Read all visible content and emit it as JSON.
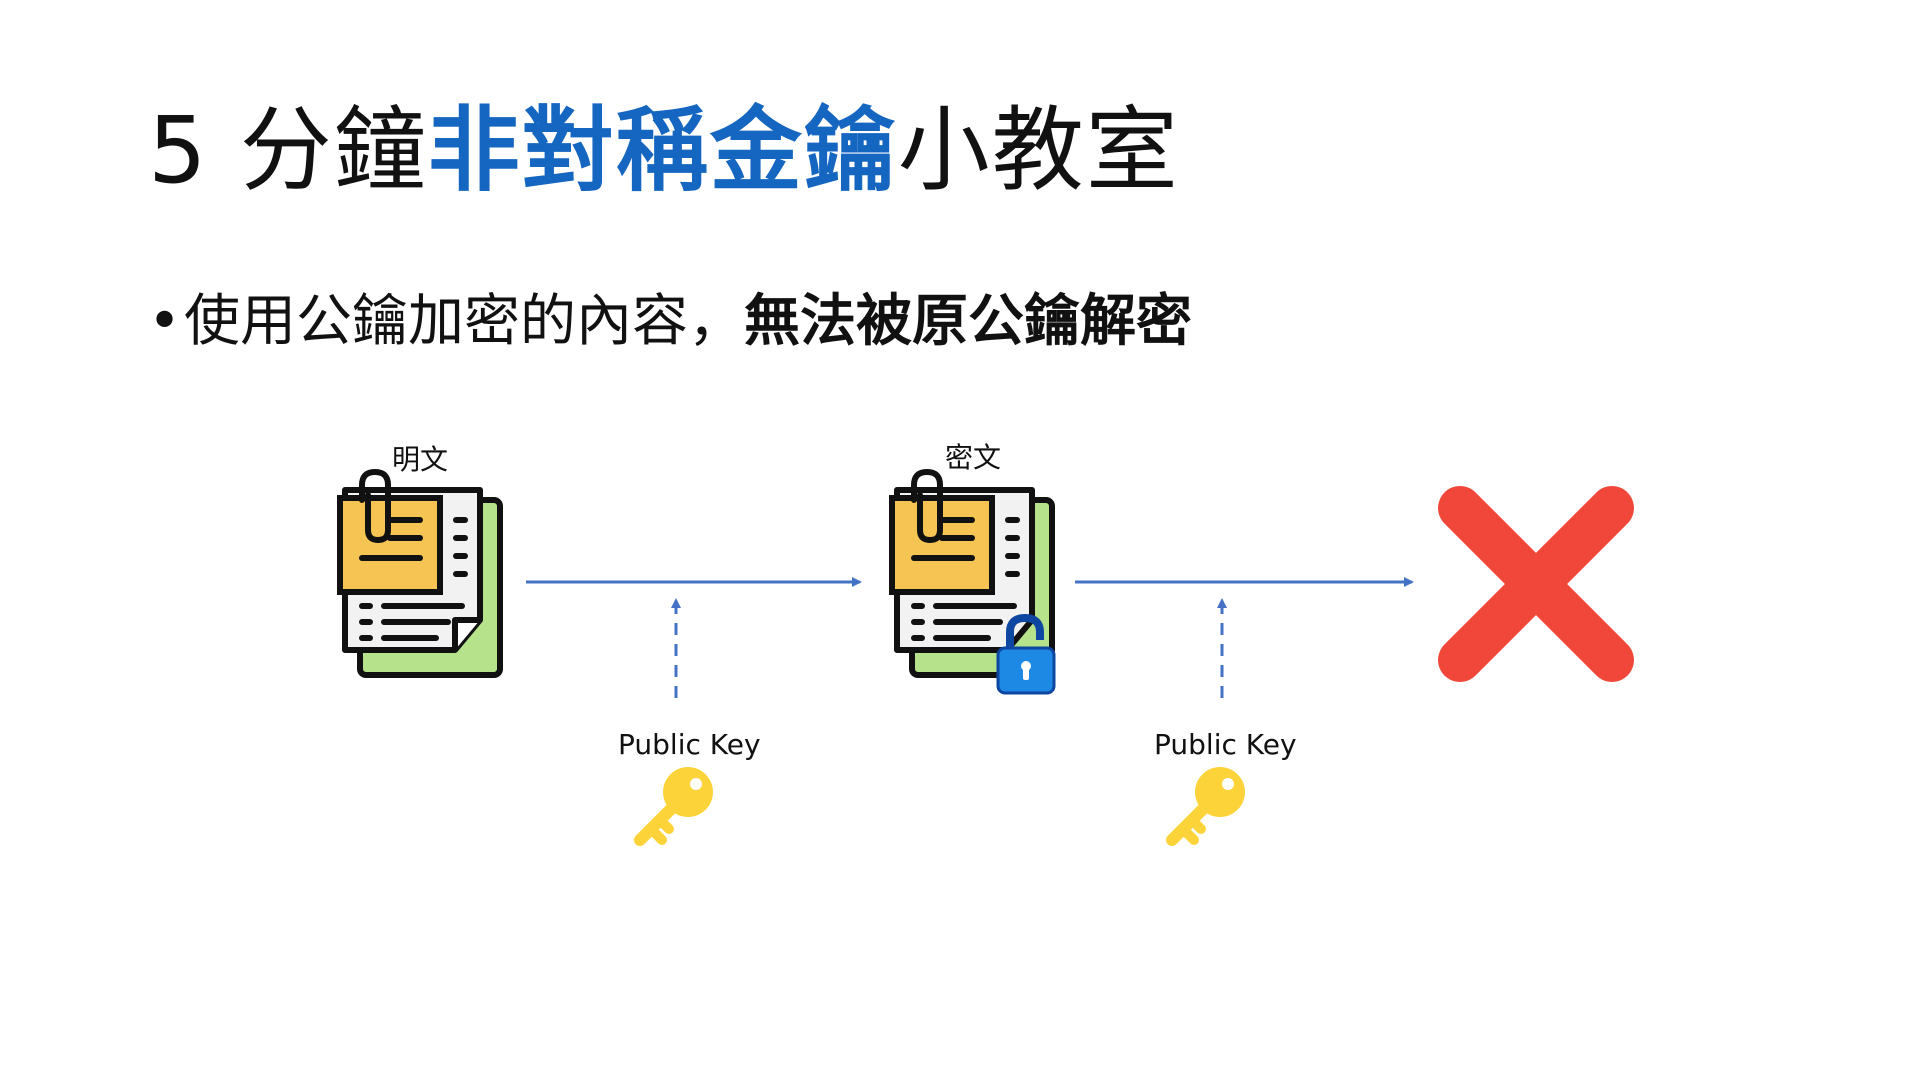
{
  "title": {
    "prefix": "5 分鐘",
    "highlight": "非對稱金鑰",
    "suffix": "小教室"
  },
  "bullet": {
    "text_normal": "使用公鑰加密的內容，",
    "text_bold": "無法被原公鑰解密"
  },
  "diagram": {
    "plaintext_label": "明文",
    "ciphertext_label": "密文",
    "key_label_1": "Public Key",
    "key_label_2": "Public Key",
    "plaintext_icon": "document-icon",
    "ciphertext_icon": "locked-document-icon",
    "key_icon": "key-icon",
    "result_icon": "cross-mark-icon",
    "colors": {
      "title_accent": "#1566c0",
      "arrow": "#4472c4",
      "cross": "#f0473a",
      "key": "#fdd33a",
      "lock": "#1e88e5",
      "note": "#f6c453",
      "page": "#f2f2f2",
      "back_page": "#b5e28b"
    }
  }
}
